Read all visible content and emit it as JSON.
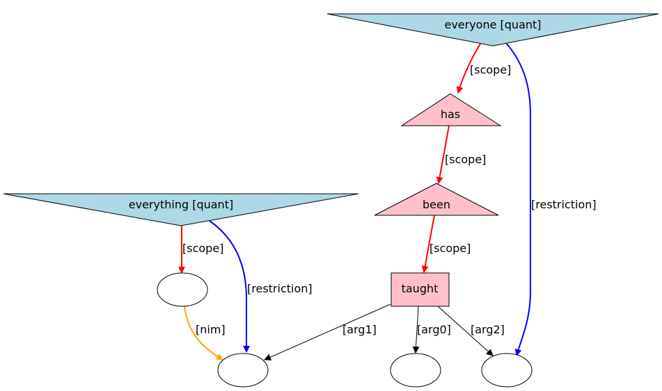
{
  "graph": {
    "nodes": {
      "everyone": {
        "label": "everyone [quant]",
        "shape": "inverted-triangle",
        "fill": "#add8e6"
      },
      "has": {
        "label": "has",
        "shape": "triangle",
        "fill": "#ffc0cb"
      },
      "been": {
        "label": "been",
        "shape": "triangle",
        "fill": "#ffc0cb"
      },
      "everything": {
        "label": "everything [quant]",
        "shape": "inverted-triangle",
        "fill": "#add8e6"
      },
      "taught": {
        "label": "taught",
        "shape": "box",
        "fill": "#ffc0cb"
      },
      "e1": {
        "label": "",
        "shape": "ellipse",
        "fill": "#ffffff"
      },
      "e2": {
        "label": "",
        "shape": "ellipse",
        "fill": "#ffffff"
      },
      "e3": {
        "label": "",
        "shape": "ellipse",
        "fill": "#ffffff"
      },
      "e4": {
        "label": "",
        "shape": "ellipse",
        "fill": "#ffffff"
      }
    },
    "edges": {
      "everyone_has": {
        "from": "everyone",
        "to": "has",
        "label": "[scope]",
        "color": "#ff0000"
      },
      "everyone_e4": {
        "from": "everyone",
        "to": "e4",
        "label": "[restriction]",
        "color": "#0000ff"
      },
      "has_been": {
        "from": "has",
        "to": "been",
        "label": "[scope]",
        "color": "#ff0000"
      },
      "been_taught": {
        "from": "been",
        "to": "taught",
        "label": "[scope]",
        "color": "#ff0000"
      },
      "everything_e1": {
        "from": "everything",
        "to": "e1",
        "label": "[scope]",
        "color": "#ff0000"
      },
      "everything_e2": {
        "from": "everything",
        "to": "e2",
        "label": "[restriction]",
        "color": "#0000ff"
      },
      "e1_e2": {
        "from": "e1",
        "to": "e2",
        "label": "[nim]",
        "color": "#ffa500"
      },
      "taught_e2": {
        "from": "taught",
        "to": "e2",
        "label": "[arg1]",
        "color": "#000000"
      },
      "taught_e3": {
        "from": "taught",
        "to": "e3",
        "label": "[arg0]",
        "color": "#000000"
      },
      "taught_e4": {
        "from": "taught",
        "to": "e4",
        "label": "[arg2]",
        "color": "#000000"
      }
    }
  }
}
